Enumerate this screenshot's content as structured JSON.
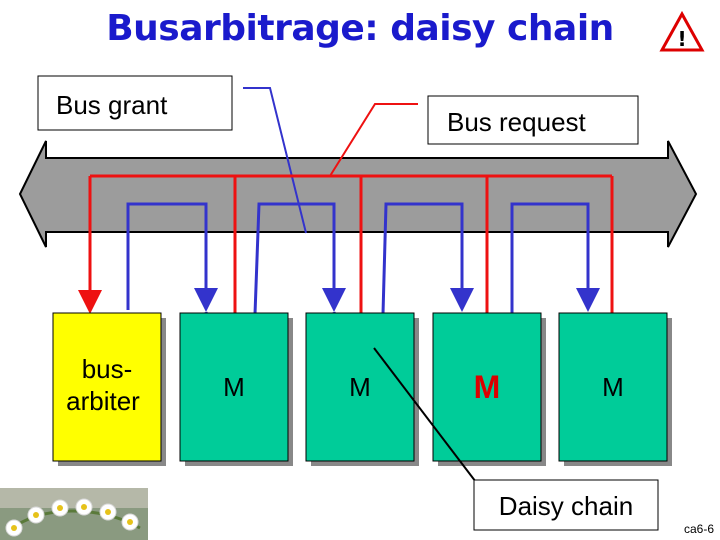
{
  "slide": {
    "title": "Busarbitrage: daisy chain",
    "slide_number": "ca6-6",
    "warning_icon": "warning-triangle-icon",
    "decoration": "daisy-chain-photo"
  },
  "labels": {
    "bus_grant": "Bus grant",
    "bus_request": "Bus request",
    "daisy_chain": "Daisy chain"
  },
  "arbiter": {
    "line1": "bus-",
    "line2": "arbiter"
  },
  "modules": [
    {
      "label": "M",
      "highlight": false
    },
    {
      "label": "M",
      "highlight": false
    },
    {
      "label": "M",
      "highlight": true
    },
    {
      "label": "M",
      "highlight": false
    }
  ],
  "colors": {
    "title": "#1a1acc",
    "request_line": "#ee1111",
    "grant_line": "#3333cc",
    "bus_fill": "#9c9c9c",
    "arbiter_fill": "#ffff00",
    "module_fill": "#00cc99",
    "module_highlight_text": "#dd0000"
  }
}
